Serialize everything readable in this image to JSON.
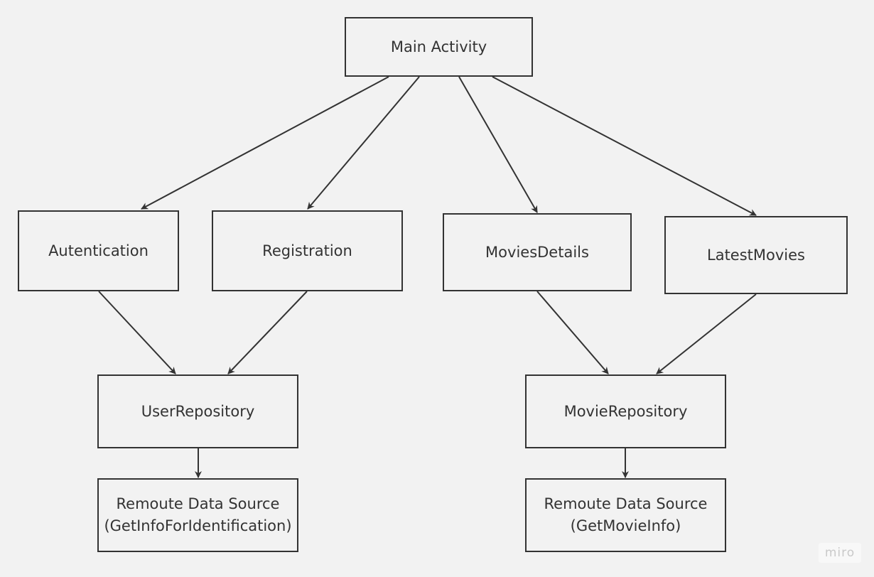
{
  "nodes": {
    "main_activity": {
      "label": "Main Activity"
    },
    "autentication": {
      "label": "Autentication"
    },
    "registration": {
      "label": "Registration"
    },
    "movies_details": {
      "label": "MoviesDetails"
    },
    "latest_movies": {
      "label": "LatestMovies"
    },
    "user_repository": {
      "label": "UserRepository"
    },
    "movie_repository": {
      "label": "MovieRepository"
    },
    "user_data_source": {
      "line1": "Remoute Data Source",
      "line2": "(GetInfoForIdentification)"
    },
    "movie_data_source": {
      "line1": "Remoute Data Source",
      "line2": "(GetMovieInfo)"
    }
  },
  "edges": [
    {
      "from": "main_activity",
      "to": "autentication"
    },
    {
      "from": "main_activity",
      "to": "registration"
    },
    {
      "from": "main_activity",
      "to": "movies_details"
    },
    {
      "from": "main_activity",
      "to": "latest_movies"
    },
    {
      "from": "autentication",
      "to": "user_repository"
    },
    {
      "from": "registration",
      "to": "user_repository"
    },
    {
      "from": "movies_details",
      "to": "movie_repository"
    },
    {
      "from": "latest_movies",
      "to": "movie_repository"
    },
    {
      "from": "user_repository",
      "to": "user_data_source"
    },
    {
      "from": "movie_repository",
      "to": "movie_data_source"
    }
  ],
  "watermark": "miro",
  "colors": {
    "background": "#f2f2f2",
    "stroke": "#333333",
    "text": "#333333"
  }
}
